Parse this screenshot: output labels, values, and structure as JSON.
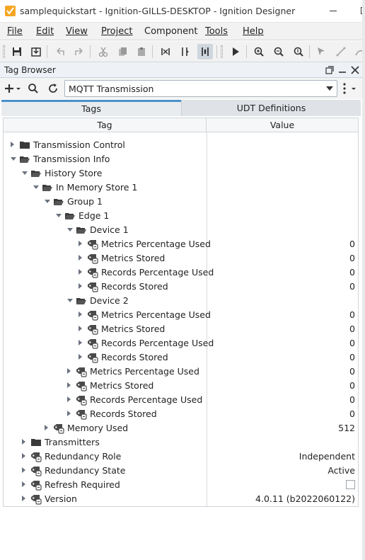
{
  "window": {
    "title": "samplequickstart - Ignition-GILLS-DESKTOP - Ignition Designer"
  },
  "menu": [
    "File",
    "Edit",
    "View",
    "Project",
    "Component",
    "Tools",
    "Help"
  ],
  "panel": {
    "title": "Tag Browser"
  },
  "provider": {
    "selected": "MQTT Transmission"
  },
  "tabs": {
    "tags": "Tags",
    "udt": "UDT Definitions"
  },
  "table": {
    "headers": {
      "tag": "Tag",
      "value": "Value"
    },
    "rows": [
      {
        "label": "Transmission Control",
        "value": "",
        "type": "folder",
        "expanded": false,
        "depth": 0
      },
      {
        "label": "Transmission Info",
        "value": "",
        "type": "folder",
        "expanded": true,
        "depth": 0
      },
      {
        "label": "History Store",
        "value": "",
        "type": "folder",
        "expanded": true,
        "depth": 1
      },
      {
        "label": "In Memory Store 1",
        "value": "",
        "type": "folder",
        "expanded": true,
        "depth": 2
      },
      {
        "label": "Group 1",
        "value": "",
        "type": "folder",
        "expanded": true,
        "depth": 3
      },
      {
        "label": "Edge 1",
        "value": "",
        "type": "folder",
        "expanded": true,
        "depth": 4
      },
      {
        "label": "Device 1",
        "value": "",
        "type": "folder",
        "expanded": true,
        "depth": 5
      },
      {
        "label": "Metrics Percentage Used",
        "value": "0",
        "type": "tag",
        "depth": 6
      },
      {
        "label": "Metrics Stored",
        "value": "0",
        "type": "tag",
        "depth": 6
      },
      {
        "label": "Records Percentage Used",
        "value": "0",
        "type": "tag",
        "depth": 6
      },
      {
        "label": "Records Stored",
        "value": "0",
        "type": "tag",
        "depth": 6
      },
      {
        "label": "Device 2",
        "value": "",
        "type": "folder",
        "expanded": true,
        "depth": 5
      },
      {
        "label": "Metrics Percentage Used",
        "value": "0",
        "type": "tag",
        "depth": 6
      },
      {
        "label": "Metrics Stored",
        "value": "0",
        "type": "tag",
        "depth": 6
      },
      {
        "label": "Records Percentage Used",
        "value": "0",
        "type": "tag",
        "depth": 6
      },
      {
        "label": "Records Stored",
        "value": "0",
        "type": "tag",
        "depth": 6
      },
      {
        "label": "Metrics Percentage Used",
        "value": "0",
        "type": "tag",
        "depth": 5
      },
      {
        "label": "Metrics Stored",
        "value": "0",
        "type": "tag",
        "depth": 5
      },
      {
        "label": "Records Percentage Used",
        "value": "0",
        "type": "tag",
        "depth": 5
      },
      {
        "label": "Records Stored",
        "value": "0",
        "type": "tag",
        "depth": 5
      },
      {
        "label": "Memory Used",
        "value": "512",
        "type": "tag",
        "depth": 3
      },
      {
        "label": "Transmitters",
        "value": "",
        "type": "folder",
        "expanded": false,
        "depth": 1
      },
      {
        "label": "Redundancy Role",
        "value": "Independent",
        "type": "tag",
        "depth": 1
      },
      {
        "label": "Redundancy State",
        "value": "Active",
        "type": "tag",
        "depth": 1
      },
      {
        "label": "Refresh Required",
        "value": "",
        "checkbox": true,
        "type": "tag",
        "depth": 1
      },
      {
        "label": "Version",
        "value": "4.0.11 (b2022060122)",
        "type": "tag",
        "depth": 1
      }
    ]
  }
}
